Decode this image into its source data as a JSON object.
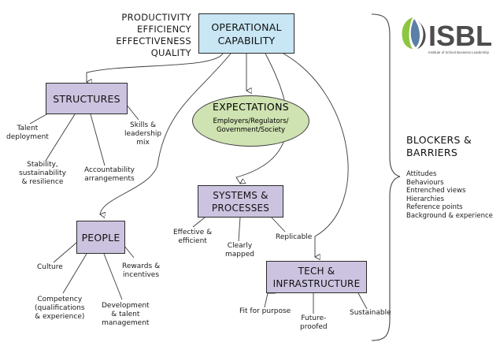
{
  "header": {
    "drivers": [
      "PRODUCTIVITY",
      "EFFICIENCY",
      "EFFECTIVENESS",
      "QUALITY"
    ]
  },
  "nodes": {
    "operational": {
      "line1": "OPERATIONAL",
      "line2": "CAPABILITY"
    },
    "structures": {
      "label": "STRUCTURES"
    },
    "expectations": {
      "title": "EXPECTATIONS",
      "line1": "Employers/Regulators/",
      "line2": "Government/Society"
    },
    "systems": {
      "line1": "SYSTEMS &",
      "line2": "PROCESSES"
    },
    "people": {
      "label": "PEOPLE"
    },
    "tech": {
      "line1": "TECH &",
      "line2": "INFRASTRUCTURE"
    }
  },
  "structures_items": {
    "talent": {
      "l1": "Talent",
      "l2": "deployment"
    },
    "skills": {
      "l1": "Skills &",
      "l2": "leadership",
      "l3": "mix"
    },
    "stability": {
      "l1": "Stability,",
      "l2": "sustainability",
      "l3": "& resilience"
    },
    "accountability": {
      "l1": "Accountability",
      "l2": "arrangements"
    }
  },
  "systems_items": {
    "effective": {
      "l1": "Effective &",
      "l2": "efficient"
    },
    "mapped": {
      "l1": "Clearly",
      "l2": "mapped"
    },
    "replicable": {
      "l1": "Replicable"
    }
  },
  "people_items": {
    "culture": {
      "l1": "Culture"
    },
    "rewards": {
      "l1": "Rewards &",
      "l2": "incentives"
    },
    "competency": {
      "l1": "Competency",
      "l2": "(qualifications",
      "l3": "& experience)"
    },
    "development": {
      "l1": "Development",
      "l2": "& talent",
      "l3": "management"
    }
  },
  "tech_items": {
    "fit": {
      "l1": "Fit for purpose"
    },
    "future": {
      "l1": "Future-",
      "l2": "proofed"
    },
    "sustainable": {
      "l1": "Sustainable"
    }
  },
  "blockers": {
    "title_l1": "BLOCKERS &",
    "title_l2": "BARRIERS",
    "items": [
      "Attitudes",
      "Behaviours",
      "Entrenched views",
      "Hierarchies",
      "Reference points",
      "Background & experience"
    ]
  },
  "logo": {
    "wordmark": "ISBL",
    "tagline": "Institute of School Business Leadership"
  },
  "colors": {
    "purple_box": "#ccc3e0",
    "blue_box": "#c8e6f4",
    "green_ellipse": "#cfe2b1",
    "logo_green": "#8dc63f",
    "logo_blue": "#5b7fa6",
    "logo_dark": "#4d4d4f"
  }
}
